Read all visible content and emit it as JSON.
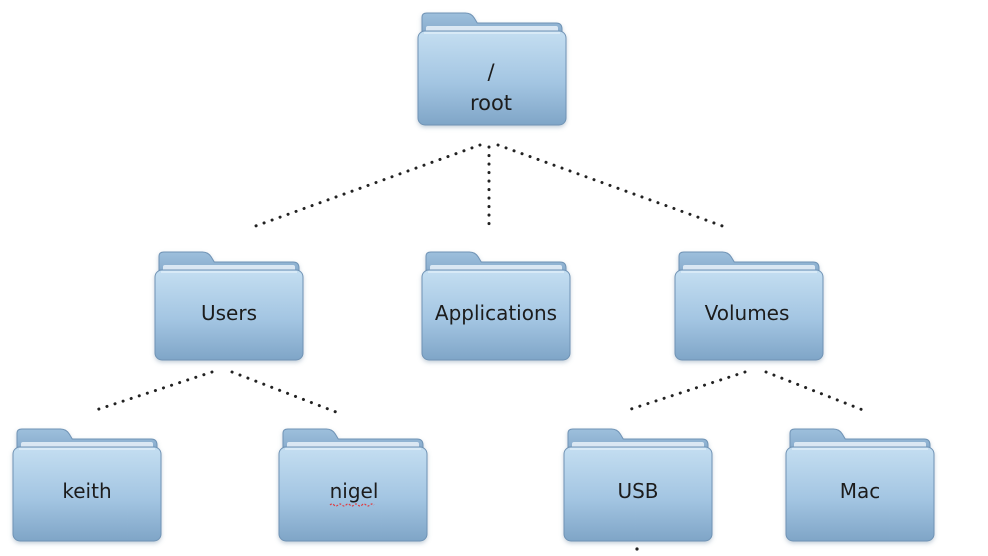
{
  "diagram": {
    "nodes": {
      "root": {
        "line1": "/",
        "line2": "root"
      },
      "users": {
        "label": "Users"
      },
      "applications": {
        "label": "Applications"
      },
      "volumes": {
        "label": "Volumes"
      },
      "keith": {
        "label": "keith"
      },
      "nigel": {
        "label": "nigel"
      },
      "usb": {
        "label": "USB"
      },
      "mac": {
        "label": "Mac"
      }
    },
    "edges": [
      [
        "root",
        "users"
      ],
      [
        "root",
        "applications"
      ],
      [
        "root",
        "volumes"
      ],
      [
        "users",
        "keith"
      ],
      [
        "users",
        "nigel"
      ],
      [
        "volumes",
        "usb"
      ],
      [
        "volumes",
        "mac"
      ]
    ],
    "colors": {
      "folder_body_top": "#b9d6ec",
      "folder_body_bottom": "#7fa6c8",
      "folder_tab": "#9fc0de",
      "folder_outline": "#6f93b5",
      "connector": "#222222"
    },
    "icon": "folder-icon"
  }
}
